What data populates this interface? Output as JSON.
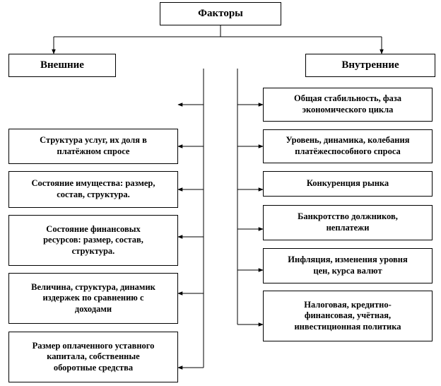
{
  "root": {
    "label": "Факторы"
  },
  "external": {
    "label": "Внешние",
    "items": [
      "Структура  услуг,  их доля в\nплатёжном спросе",
      "Состояние имущества:  размер,\nсостав, структура.",
      "Состояние финансовых\nресурсов:  размер,  состав,\nструктура.",
      "Величина, структура,  динамик\nиздержек по сравнению с\nдоходами",
      "Размер оплаченного уставного\nкапитала, собственные\nоборотные средства"
    ]
  },
  "internal": {
    "label": "Внутренние",
    "items": [
      "Общая  стабильность, фаза\nэкономического цикла",
      "Уровень, динамика, колебания\nплатёжеспособного спроса",
      "Конкуренция рынка",
      "Банкротство должников,\nнеплатежи",
      "Инфляция, изменения уровня\nцен, курса валют",
      "Налоговая, кредитно-\nфинансовая, учётная,\nинвестиционная политика"
    ]
  },
  "colors": {
    "line": "#000000",
    "border": "#000000",
    "background": "#ffffff"
  }
}
